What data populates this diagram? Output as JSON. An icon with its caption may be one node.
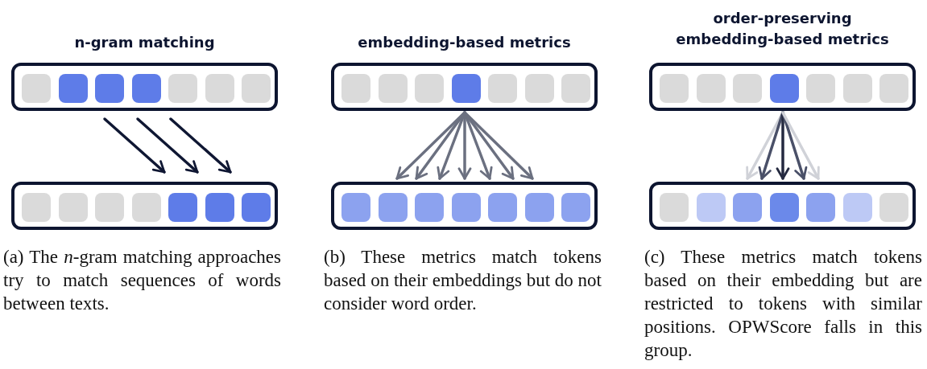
{
  "diagram": {
    "nodes": [
      {
        "text": [],
        "shape": "bar"
      },
      {
        "text": [],
        "shape": "bar"
      },
      {
        "text": [],
        "shape": "bar"
      },
      {
        "text": [],
        "shape": "bar"
      },
      {
        "text": [],
        "shape": "bar"
      },
      {
        "text": [],
        "shape": "bar"
      }
    ],
    "edges": [
      {
        "from": 0,
        "to": 1,
        "arrow": "to",
        "color": "#0f1733"
      },
      {
        "from": 0,
        "to": 1,
        "arrow": "to",
        "color": "#0f1733"
      },
      {
        "from": 0,
        "to": 1,
        "arrow": "to",
        "color": "#0f1733"
      },
      {
        "from": 2,
        "to": 3,
        "arrow": "to",
        "color": "#6b7080"
      },
      {
        "from": 2,
        "to": 3,
        "arrow": "to",
        "color": "#6b7080"
      },
      {
        "from": 2,
        "to": 3,
        "arrow": "to",
        "color": "#6b7080"
      },
      {
        "from": 2,
        "to": 3,
        "arrow": "to",
        "color": "#6b7080"
      },
      {
        "from": 2,
        "to": 3,
        "arrow": "to",
        "color": "#6b7080"
      },
      {
        "from": 2,
        "to": 3,
        "arrow": "to",
        "color": "#6b7080"
      },
      {
        "from": 2,
        "to": 3,
        "arrow": "to",
        "color": "#6b7080"
      },
      {
        "from": 4,
        "to": 5,
        "arrow": "to",
        "color": "#d0d2d8"
      },
      {
        "from": 4,
        "to": 5,
        "arrow": "to",
        "color": "#4a5068"
      },
      {
        "from": 4,
        "to": 5,
        "arrow": "to",
        "color": "#252a40"
      },
      {
        "from": 4,
        "to": 5,
        "arrow": "to",
        "color": "#4a5068"
      },
      {
        "from": 4,
        "to": 5,
        "arrow": "to",
        "color": "#d0d2d8"
      }
    ],
    "labels": [
      "n-gram matching",
      "embedding-based metrics",
      "order-preserving embedding-based metrics",
      "(a) The *n*-gram matching approaches try to match sequences of words between texts.",
      "(b) These metrics match tokens based on their embeddings but do not consider word order.",
      "(c) These metrics match tokens based on their embedding but are restricted to tokens with similar positions. OPWScore falls in this group."
    ]
  }
}
